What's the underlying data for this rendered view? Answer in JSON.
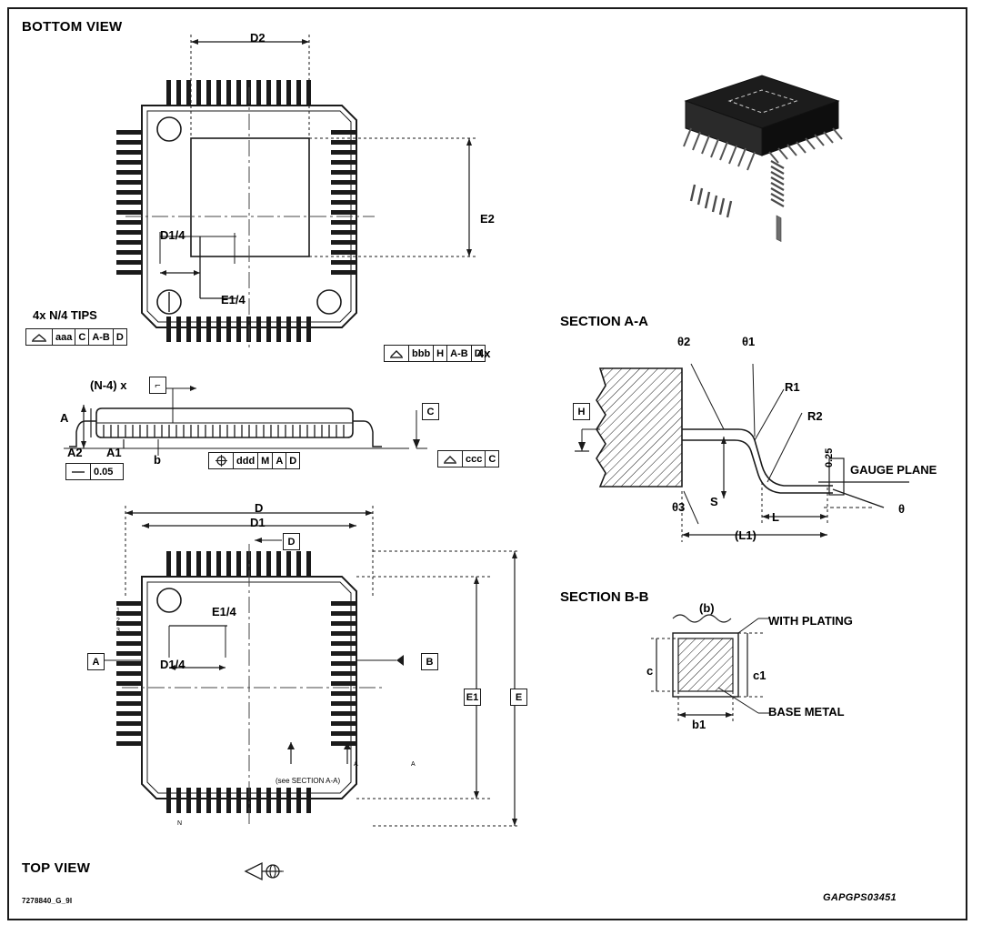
{
  "drawing": {
    "views": {
      "bottom": "BOTTOM VIEW",
      "top": "TOP VIEW",
      "section_aa": "SECTION A-A",
      "section_bb": "SECTION B-B"
    },
    "bottom_view_labels": {
      "d2": "D2",
      "e2": "E2",
      "d1_4": "D1/4",
      "e1_4": "E1/4",
      "tips": "4x N/4 TIPS",
      "fcf_aaa": [
        "aaa",
        "C",
        "A-B",
        "D"
      ],
      "fcf_bbb": [
        "bbb",
        "H",
        "A-B",
        "D"
      ],
      "fcf_bbb_qty": "4x"
    },
    "side_view_labels": {
      "n4x": "(N-4) x",
      "n4x_sym": "⌐",
      "a": "A",
      "a1": "A1",
      "a2": "A2",
      "b": "b",
      "c": "C",
      "flat": "0.05",
      "fcf_ddd": [
        "⊕",
        "ddd",
        "M",
        "A",
        "D"
      ],
      "fcf_ccc": [
        "ccc",
        "C"
      ]
    },
    "top_view_labels": {
      "d": "D",
      "d1": "D1",
      "d_datum": "D",
      "d1_4": "D1/4",
      "e1_4": "E1/4",
      "e1": "E1",
      "e": "E",
      "datum_a": "A",
      "datum_b": "B",
      "pin_numbers": [
        "1",
        "2",
        "3"
      ],
      "pin_n": "N",
      "section_note": "(see SECTION A-A)",
      "section_mark": "A"
    },
    "section_aa_labels": {
      "theta1": "θ1",
      "theta2": "θ2",
      "theta3": "θ3",
      "theta": "θ",
      "r1": "R1",
      "r2": "R2",
      "gauge_plane": "GAUGE PLANE",
      "gauge_dim": "0.25",
      "s": "S",
      "l": "L",
      "l1": "(L1)",
      "datum_h": "H"
    },
    "section_bb_labels": {
      "b_paren": "(b)",
      "with_plating": "WITH PLATING",
      "base_metal": "BASE METAL",
      "c": "c",
      "c1": "c1",
      "b1": "b1"
    },
    "footer": {
      "left": "7278840_G_9I",
      "right": "GAPGPS03451"
    }
  },
  "colors": {
    "ink": "#1a1a1a",
    "package_body": "#181818",
    "lead_gray": "#8a8a8a"
  }
}
